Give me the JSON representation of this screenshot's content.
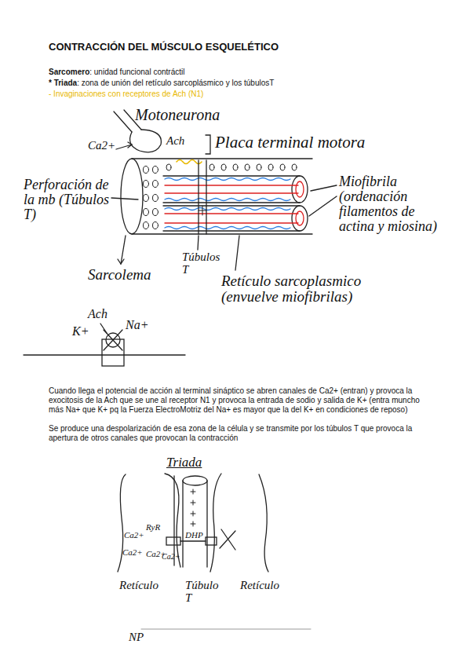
{
  "diagram": {
    "title": "CONTRACCIÓN DEL MÚSCULO ESQUELÉTICO",
    "labels": [
      "Sarcomero",
      ": unidad funcional contráctil",
      "* Triada",
      ": zona de unión del retículo sarcoplásmico y los túbulosT",
      "- Invaginaciones con receptores de Ach (N1)",
      "Motoneurona",
      "Ca2+",
      "Ach",
      "Placa terminal motora",
      "Perforación de la mb (Túbulos T)",
      "Miofibrila (ordenación filamentos de actina y miosina)",
      "Sarcolema",
      "Túbulos T",
      "Retículo sarcoplasmico (envuelve miofibrilas)",
      "Ach",
      "K+",
      "Na+",
      "Cuando llega el potencial de acción al terminal sináptico se abren canales de Ca2+ (entran) y provoca la exocitosis de la Ach que se une al receptor N1 y provoca la entrada de sodio y salida de K+ (entra muncho más Na+ que K+ pq la Fuerza ElectroMotriz del Na+ es mayor que la del K+ en condiciones de reposo)",
      "Se produce una despolarización de esa zona de la célula y se transmite por los túbulos T que provoca la apertura de otros canales que provocan la contracción",
      "Triada",
      "Ca2+",
      "RyR",
      "Ca2+",
      "Ca2+",
      "Ca2+",
      "DHP",
      "Retículo",
      "Túbulo T",
      "Retículo",
      "NP"
    ]
  }
}
